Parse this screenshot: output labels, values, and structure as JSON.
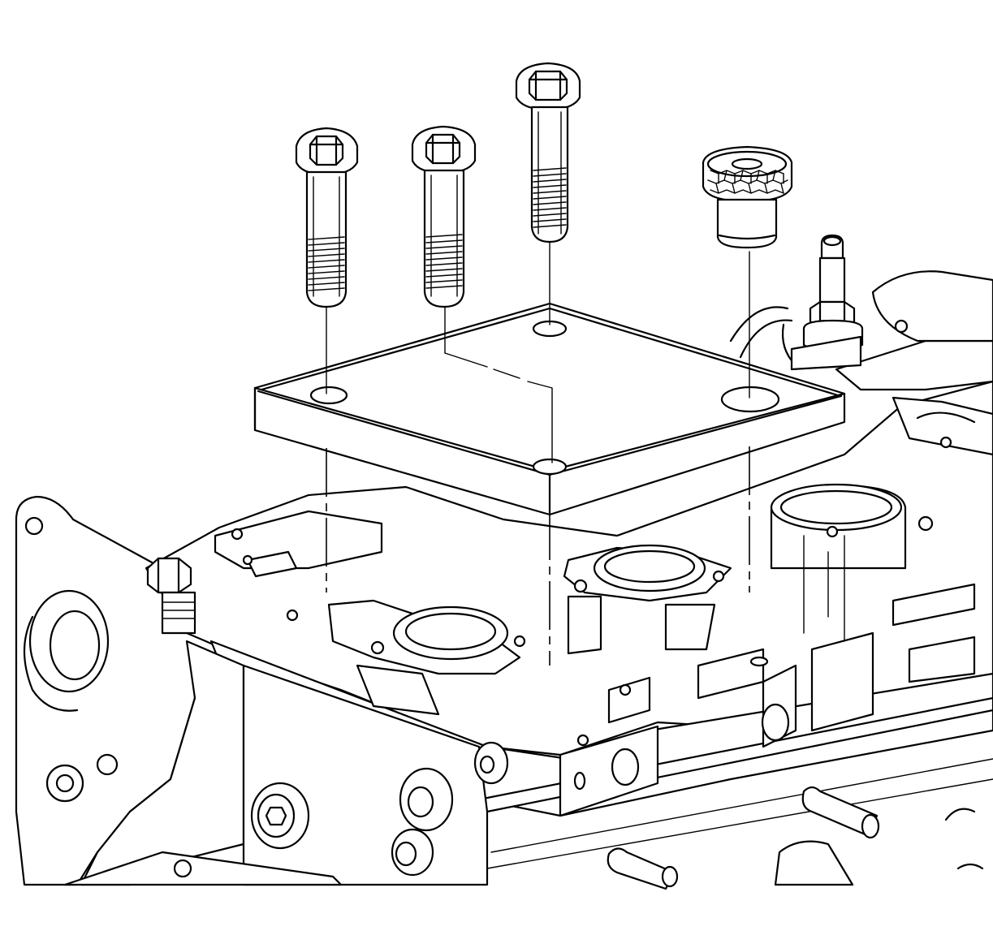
{
  "figure": {
    "background": "#ffffff",
    "line_color": "#000000"
  },
  "parts": [
    {
      "name": "cylinder-head",
      "icon": "cylinder-head-icon"
    },
    {
      "name": "bolt-left",
      "icon": "flange-bolt-icon"
    },
    {
      "name": "bolt-middle",
      "icon": "flange-bolt-icon"
    },
    {
      "name": "bolt-long",
      "icon": "flange-bolt-icon"
    },
    {
      "name": "plug",
      "icon": "knurled-plug-icon"
    },
    {
      "name": "cover-plate",
      "icon": "gasket-plate-icon"
    },
    {
      "name": "fuel-fitting",
      "icon": "pipe-fitting-icon"
    }
  ]
}
